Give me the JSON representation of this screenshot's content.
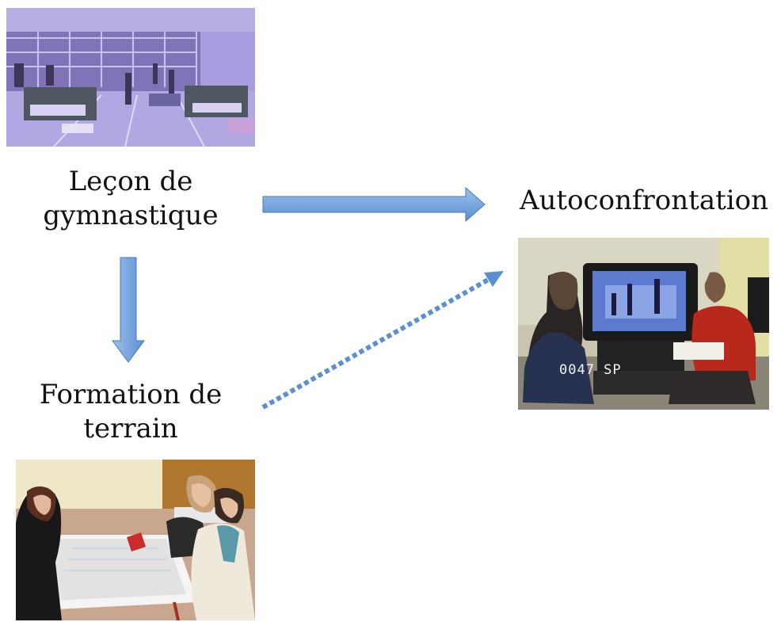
{
  "nodes": {
    "lesson": {
      "label_line1": "Leçon de",
      "label_line2": "gymnastique"
    },
    "autoconfrontation": {
      "label": "Autoconfrontation",
      "vcr_overlay": "0047  SP"
    },
    "training": {
      "label_line1": "Formation de",
      "label_line2": "terrain"
    }
  },
  "edges": [
    {
      "from": "lesson",
      "to": "autoconfrontation",
      "style": "solid"
    },
    {
      "from": "lesson",
      "to": "training",
      "style": "solid"
    },
    {
      "from": "training",
      "to": "autoconfrontation",
      "style": "dotted"
    }
  ],
  "colors": {
    "arrow_fill": "#6f9fd8",
    "arrow_stroke": "#4a79b8",
    "dotted_arrow": "#5b8fd0"
  }
}
